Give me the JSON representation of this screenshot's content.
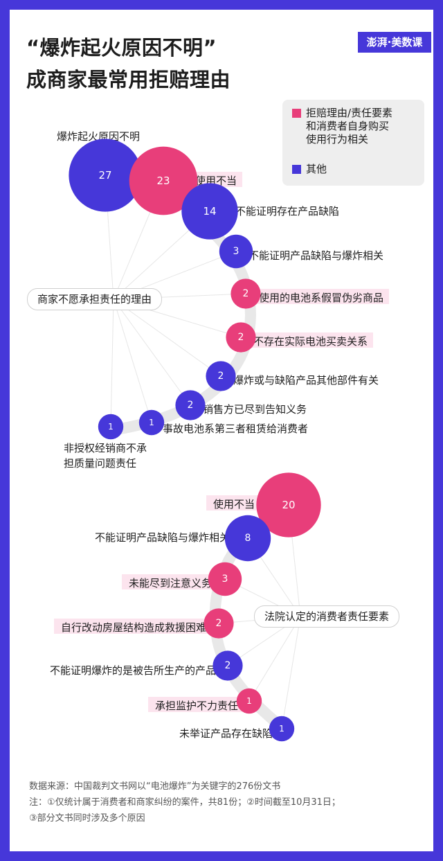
{
  "title": {
    "line1": "“爆炸起火原因不明”",
    "line2": "成商家最常用拒赔理由"
  },
  "brand": "澎湃·美数课",
  "legend": {
    "items": [
      {
        "label_lines": [
          "拒赔理由/责任要素",
          "和消费者自身购买",
          "使用行为相关"
        ],
        "color": "#e83e7a"
      },
      {
        "label_lines": [
          "其他"
        ],
        "color": "#4637d9"
      }
    ]
  },
  "colors": {
    "pink": "#e83e7a",
    "blue": "#4637d9",
    "highlight": "#fce4ee",
    "curve": "#e8e8e8"
  },
  "chart_data": [
    {
      "type": "bubble",
      "title": "商家不愿承担责任的理由",
      "items": [
        {
          "label": "爆炸起火原因不明",
          "value": 27,
          "group": "other"
        },
        {
          "label": "使用不当",
          "value": 23,
          "group": "consumer"
        },
        {
          "label": "不能证明存在产品缺陷",
          "value": 14,
          "group": "other"
        },
        {
          "label": "不能证明产品缺陷与爆炸相关",
          "value": 3,
          "group": "other"
        },
        {
          "label": "使用的电池系假冒伪劣商品",
          "value": 2,
          "group": "consumer"
        },
        {
          "label": "不存在实际电池买卖关系",
          "value": 2,
          "group": "consumer"
        },
        {
          "label": "爆炸或与缺陷产品其他部件有关",
          "value": 2,
          "group": "other"
        },
        {
          "label": "销售方已尽到告知义务",
          "value": 2,
          "group": "other"
        },
        {
          "label": "事故电池系第三者租赁给消费者",
          "value": 1,
          "group": "other"
        },
        {
          "label": "非授权经销商不承担质量问题责任",
          "label_lines": [
            "非授权经销商不承",
            "担质量问题责任"
          ],
          "value": 1,
          "group": "other"
        }
      ]
    },
    {
      "type": "bubble",
      "title": "法院认定的消费者责任要素",
      "items": [
        {
          "label": "使用不当",
          "value": 20,
          "group": "consumer"
        },
        {
          "label": "不能证明产品缺陷与爆炸相关",
          "value": 8,
          "group": "other"
        },
        {
          "label": "未能尽到注意义务",
          "value": 3,
          "group": "consumer"
        },
        {
          "label": "自行改动房屋结构造成救援困难",
          "value": 2,
          "group": "consumer"
        },
        {
          "label": "不能证明爆炸的是被告所生产的产品",
          "value": 2,
          "group": "other"
        },
        {
          "label": "承担监护不力责任",
          "value": 1,
          "group": "consumer"
        },
        {
          "label": "未举证产品存在缺陷",
          "value": 1,
          "group": "other"
        }
      ]
    }
  ],
  "notes": [
    "数据来源：中国裁判文书网以“电池爆炸”为关键字的276份文书",
    "注：①仅统计属于消费者和商家纠纷的案件，共81份；②时间截至10月31日；",
    "③部分文书同时涉及多个原因"
  ]
}
